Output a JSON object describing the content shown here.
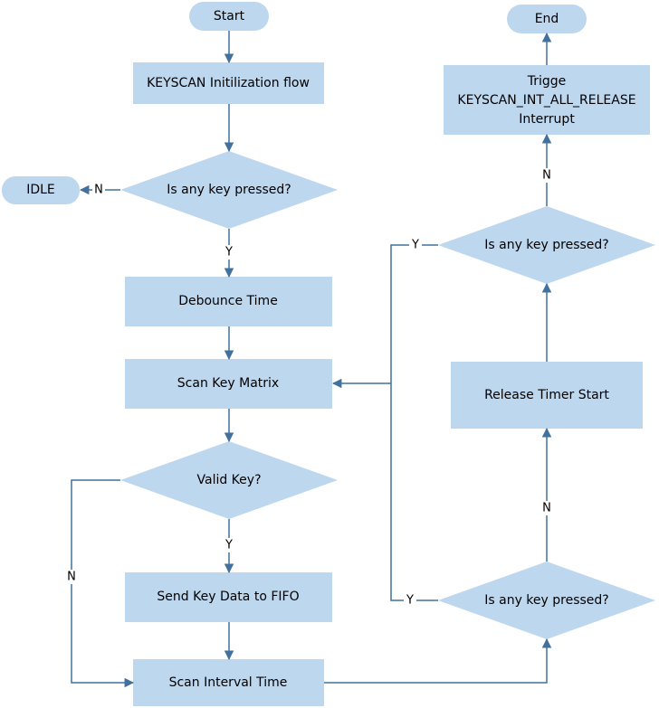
{
  "diagram": {
    "type": "flowchart",
    "nodes": {
      "start": "Start",
      "init": "KEYSCAN Initilization flow",
      "decision_first": "Is any key pressed?",
      "idle": "IDLE",
      "debounce": "Debounce Time",
      "scan_matrix": "Scan Key Matrix",
      "valid_key": "Valid Key?",
      "send_fifo": "Send Key Data to FIFO",
      "scan_interval": "Scan Interval Time",
      "decision_bottom": "Is any key pressed?",
      "release_timer": "Release Timer Start",
      "decision_top": "Is any key pressed?",
      "trigger_line1": "Trigge",
      "trigger_line2": "KEYSCAN_INT_ALL_RELEASE",
      "trigger_line3": "Interrupt",
      "end": "End"
    },
    "edge_labels": {
      "first_no": "N",
      "first_yes": "Y",
      "valid_yes": "Y",
      "valid_no": "N",
      "bottom_yes": "Y",
      "bottom_no": "N",
      "top_yes": "Y",
      "top_no": "N"
    },
    "colors": {
      "shape_fill": "#bdd7ee",
      "connector": "#41719c",
      "text": "#000000"
    }
  }
}
